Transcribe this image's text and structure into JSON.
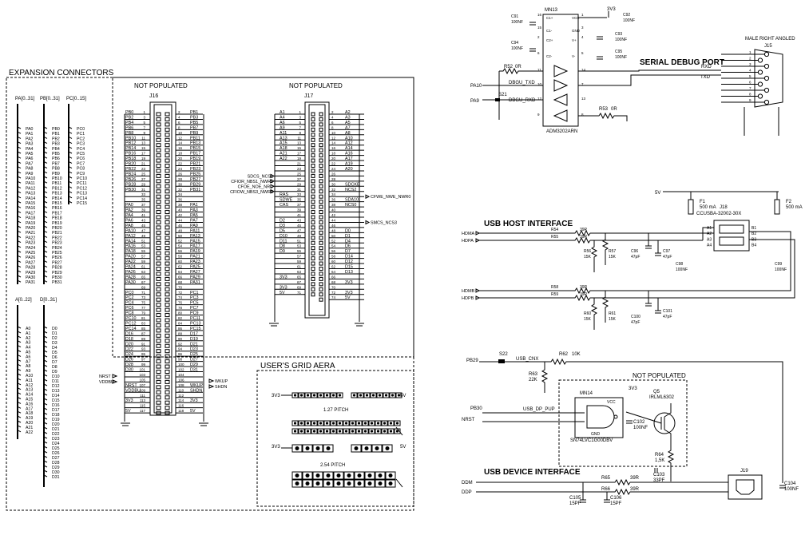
{
  "sections": {
    "expansion": "EXPANSION CONNECTORS",
    "users_grid": "USER'S GRID AERA",
    "serial_debug": "SERIAL DEBUG PORT",
    "usb_host": "USB HOST INTERFACE",
    "usb_device": "USB DEVICE INTERFACE"
  },
  "labels": {
    "not_populated": "NOT POPULATED",
    "j16": "J16",
    "j17": "J17",
    "j15": "J15",
    "j18": "J18",
    "j19": "J19",
    "male_right": "MALE RIGHT ANGLED",
    "pitch_127": "1.27 PITCH",
    "pitch_254": "2.54 PITCH",
    "v3v3": "3V3",
    "v5": "5V"
  },
  "buses": {
    "pa": "PA[0..31]",
    "pb": "PB[0..31]",
    "pc": "PC[0..15]",
    "a": "A[0..22]",
    "d": "D[0..31]"
  },
  "bus_pins": {
    "pa": [
      "PA0",
      "PA1",
      "PA2",
      "PA3",
      "PA4",
      "PA5",
      "PA6",
      "PA7",
      "PA8",
      "PA9",
      "PA10",
      "PA11",
      "PA12",
      "PA13",
      "PA14",
      "PA15",
      "PA16",
      "PA17",
      "PA18",
      "PA19",
      "PA20",
      "PA21",
      "PA22",
      "PA23",
      "PA24",
      "PA25",
      "PA26",
      "PA27",
      "PA28",
      "PA29",
      "PA30",
      "PA31"
    ],
    "pb": [
      "PB0",
      "PB1",
      "PB2",
      "PB3",
      "PB4",
      "PB5",
      "PB6",
      "PB7",
      "PB8",
      "PB9",
      "PB10",
      "PB11",
      "PB12",
      "PB13",
      "PB14",
      "PB15",
      "PB16",
      "PB17",
      "PB18",
      "PB19",
      "PB20",
      "PB21",
      "PB22",
      "PB23",
      "PB24",
      "PB25",
      "PB26",
      "PB27",
      "PB28",
      "PB29",
      "PB30",
      "PB31"
    ],
    "pc": [
      "PC0",
      "PC1",
      "PC2",
      "PC3",
      "PC4",
      "PC5",
      "PC6",
      "PC7",
      "PC8",
      "PC9",
      "PC10",
      "PC11",
      "PC12",
      "PC13",
      "PC14",
      "PC15"
    ],
    "a": [
      "A0",
      "A1",
      "A2",
      "A3",
      "A4",
      "A5",
      "A6",
      "A7",
      "A8",
      "A9",
      "A10",
      "A11",
      "A12",
      "A13",
      "A14",
      "A15",
      "A16",
      "A17",
      "A18",
      "A19",
      "A20",
      "A21",
      "A22"
    ],
    "d": [
      "D0",
      "D1",
      "D2",
      "D3",
      "D4",
      "D5",
      "D6",
      "D7",
      "D8",
      "D9",
      "D10",
      "D11",
      "D12",
      "D13",
      "D14",
      "D15",
      "D16",
      "D17",
      "D18",
      "D19",
      "D20",
      "D21",
      "D22",
      "D23",
      "D24",
      "D25",
      "D26",
      "D27",
      "D28",
      "D29",
      "D30",
      "D31"
    ]
  },
  "j16": {
    "left": [
      "PB0",
      "PB2",
      "PB4",
      "PB6",
      "PB8",
      "PB10",
      "PB12",
      "PB14",
      "PB16",
      "PB18",
      "PB20",
      "PB22",
      "PB24",
      "PB26",
      "PB28",
      "PB30",
      "",
      "",
      "PA0",
      "PA2",
      "PA4",
      "PA6",
      "PA8",
      "PA10",
      "PA12",
      "PA14",
      "PA16",
      "PA18",
      "PA20",
      "PA22",
      "PA24",
      "PA26",
      "PA28",
      "PA30",
      "",
      "PC0",
      "PC2",
      "PC4",
      "PC6",
      "PC8",
      "PC10",
      "PC12",
      "PC14",
      "D16",
      "D18",
      "D20",
      "D22",
      "D24",
      "D26",
      "D28",
      "D30",
      "",
      "",
      "NRST",
      "VDDBU",
      "",
      "3V3",
      "",
      "5V"
    ],
    "right": [
      "PB1",
      "PB3",
      "PB5",
      "PB7",
      "PB9",
      "PB11",
      "PB13",
      "PB15",
      "PB17",
      "PB19",
      "PB21",
      "PB23",
      "PB25",
      "PB27",
      "PB29",
      "PB31",
      "",
      "",
      "PA1",
      "PA3",
      "PA5",
      "PA7",
      "PA9",
      "PA11",
      "PA13",
      "PA15",
      "PA17",
      "PA19",
      "PA21",
      "PA23",
      "PA25",
      "PA27",
      "PA29",
      "PA31",
      "",
      "PC1",
      "PC3",
      "PC5",
      "PC7",
      "PC9",
      "PC11",
      "PC13",
      "PC15",
      "D17",
      "D19",
      "D21",
      "D23",
      "D25",
      "D27",
      "D29",
      "D31",
      "",
      "",
      "WKUP",
      "SHDN",
      "",
      "3V3",
      "",
      "5V"
    ],
    "ext_left": [
      "NRST",
      "VDDBU"
    ],
    "ext_right": [
      "WKUP",
      "SHDN"
    ]
  },
  "j17": {
    "left": [
      "A1",
      "A4",
      "A6",
      "A9",
      "A11",
      "A13",
      "A15",
      "A18",
      "A21",
      "A22",
      "",
      "",
      "SDCS_NCS1",
      "CFIOR_NBS1_NWR1",
      "CFOE_NOE_NRD",
      "CFIOW_NBS3_NWR3",
      "RAS",
      "SDWE",
      "CAS",
      "",
      "",
      "D2",
      "D3",
      "D5",
      "D10",
      "D11",
      "D8",
      "D9",
      "",
      "",
      "",
      "",
      "3V3",
      "",
      "3V3",
      "5V"
    ],
    "right": [
      "A2",
      "A3",
      "A5",
      "A7",
      "A8",
      "A10",
      "A12",
      "A14",
      "A16",
      "A17",
      "A19",
      "A20",
      "",
      "",
      "SDCKE",
      "NCS2",
      "CFWE_NWE_NWR0",
      "SDA10",
      "NCS0",
      "",
      "",
      "SMCS_NCS3",
      "",
      "D0",
      "D1",
      "D4",
      "D6",
      "D7",
      "D14",
      "D12",
      "D15",
      "D13",
      "",
      "3V3",
      "",
      "3V3",
      "5V"
    ]
  },
  "serial": {
    "ic": "MN13",
    "part": "ADM3202ARN",
    "caps": [
      "C91",
      "100NF",
      "C94",
      "100NF",
      "C92",
      "100NF",
      "C93",
      "100NF",
      "C95",
      "100NF"
    ],
    "r52": "R52",
    "r52v": "0R",
    "r53": "R53",
    "r53v": "0R",
    "s21": "S21",
    "pa10": "PA10",
    "pa9": "PA9",
    "dbgu_txd": "DBGU_TXD",
    "dbgu_rxd": "DBGU_RXD",
    "rxd": "RXD",
    "txd": "TXD",
    "pins": [
      "C1+",
      "VCC",
      "C1-",
      "GND",
      "C2+",
      "V+",
      "C2-",
      "V-"
    ],
    "pin_nums": [
      "16",
      "1",
      "15",
      "3",
      "2",
      "4",
      "6",
      "5",
      "11",
      "14",
      "10",
      "7",
      "12",
      "13",
      "9",
      "8"
    ]
  },
  "usb_host": {
    "f1": "F1",
    "f1v": "500 mA",
    "f2": "F2",
    "f2v": "500 mA",
    "conn": "CCUSBA-32002-30X",
    "nets": [
      "HDMA",
      "HDPA",
      "HDMB",
      "HDPB"
    ],
    "res": [
      "R54",
      "39R",
      "R55",
      "39R",
      "R56",
      "15K",
      "R57",
      "15K",
      "R58",
      "39R",
      "R59",
      "39R",
      "R60",
      "15K",
      "R61",
      "15K"
    ],
    "caps": [
      "C96",
      "47pF",
      "C97",
      "47pF",
      "C98",
      "100NF",
      "C99",
      "100NF",
      "C100",
      "47pF",
      "C101",
      "47pF"
    ],
    "pins": [
      "A1",
      "A2",
      "A3",
      "A4",
      "B1",
      "B2",
      "B3",
      "B4"
    ],
    "v5": "5V"
  },
  "usb_device": {
    "pb29": "PB29",
    "pb30": "PB30",
    "s22": "S22",
    "usb_cnx": "USB_CNX",
    "r62": "R62",
    "r62v": "10K",
    "r63": "R63",
    "r63v": "22K",
    "nrst": "NRST",
    "usb_dp_pup": "USB_DP_PUP",
    "mn14": "MN14",
    "part": "SN74LVC1G00DBV",
    "vcc": "VCC",
    "gnd": "GND",
    "c102": "C102",
    "c102v": "100NF",
    "q5": "Q5",
    "q5p": "IRLML6302",
    "r64": "R64",
    "r64v": "1,5K",
    "r65": "R65",
    "r65v": "39R",
    "r66": "R66",
    "r66v": "39R",
    "c103": "C103",
    "c103v": "33PF",
    "c104": "C104",
    "c104v": "100NF",
    "c105": "C105",
    "c105v": "15PF",
    "c106": "C106",
    "c106v": "15PF",
    "ddm": "DDM",
    "ddp": "DDP"
  }
}
